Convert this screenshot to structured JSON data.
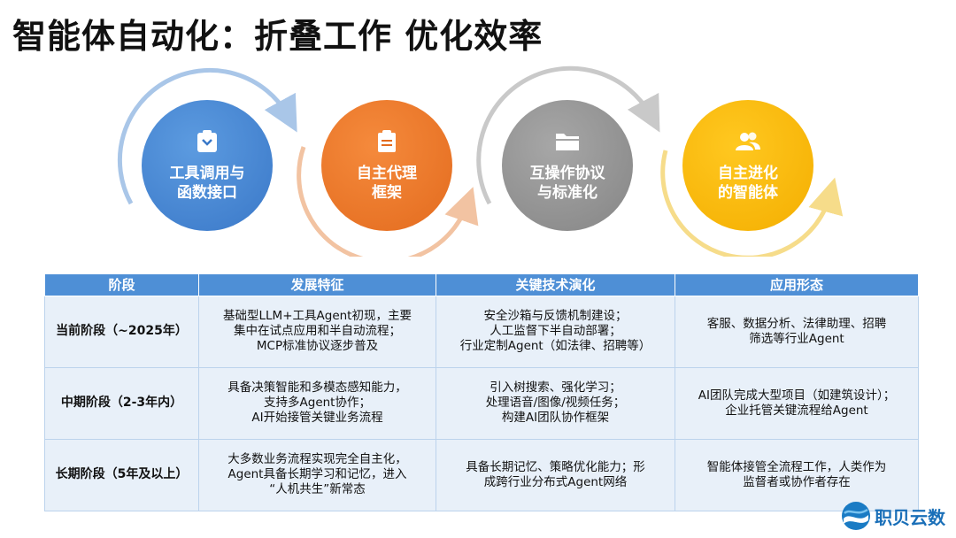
{
  "title": "智能体自动化：折叠工作 优化效率",
  "stages": [
    {
      "label_line1": "工具调用与",
      "label_line2": "函数接口",
      "icon": "clipboard-icon",
      "color": "#4a89d6"
    },
    {
      "label_line1": "自主代理",
      "label_line2": "框架",
      "icon": "document-icon",
      "color": "#ed7a2d"
    },
    {
      "label_line1": "互操作协议",
      "label_line2": "与标准化",
      "icon": "folder-icon",
      "color": "#9a9a9a"
    },
    {
      "label_line1": "自主进化",
      "label_line2": "的智能体",
      "icon": "users-icon",
      "color": "#f9bb10"
    }
  ],
  "table": {
    "headers": [
      "阶段",
      "发展特征",
      "关键技术演化",
      "应用形态"
    ],
    "rows": [
      {
        "stage": "当前阶段（~2025年）",
        "features": [
          "基础型LLM+工具Agent初现，主要",
          "集中在试点应用和半自动流程；",
          "MCP标准协议逐步普及"
        ],
        "tech": [
          "安全沙箱与反馈机制建设；",
          "人工监督下半自动部署；",
          "行业定制Agent（如法律、招聘等）"
        ],
        "apps": [
          "客服、数据分析、法律助理、招聘",
          "筛选等行业Agent"
        ]
      },
      {
        "stage": "中期阶段（2-3年内）",
        "features": [
          "具备决策智能和多模态感知能力，",
          "支持多Agent协作；",
          "AI开始接管关键业务流程"
        ],
        "tech": [
          "引入树搜索、强化学习；",
          "处理语音/图像/视频任务；",
          "构建AI团队协作框架"
        ],
        "apps": [
          "AI团队完成大型项目（如建筑设计）；",
          "企业托管关键流程给Agent"
        ]
      },
      {
        "stage": "长期阶段（5年及以上）",
        "features": [
          "大多数业务流程实现完全自主化，",
          "Agent具备长期学习和记忆，进入",
          "“人机共生”新常态"
        ],
        "tech": [
          "具备长期记忆、策略优化能力；形",
          "成跨行业分布式Agent网络"
        ],
        "apps": [
          "智能体接管全流程工作，人类作为",
          "监督者或协作者存在"
        ]
      }
    ]
  },
  "logo": {
    "text": "职贝云数"
  }
}
